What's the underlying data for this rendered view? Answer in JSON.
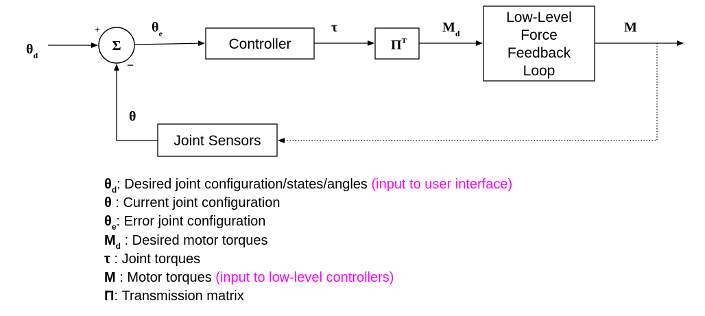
{
  "diagram": {
    "inputs": {
      "theta_d": {
        "sym": "θ",
        "sub": "d"
      },
      "theta_e": {
        "sym": "θ",
        "sub": "e"
      },
      "tau": "τ",
      "M_d": {
        "sym": "M",
        "sub": "d"
      },
      "M": "M",
      "theta": "θ"
    },
    "sum": {
      "symbol": "Σ",
      "plus": "+",
      "minus": "−"
    },
    "blocks": {
      "controller": "Controller",
      "transpose": {
        "sym": "Π",
        "sup": "T"
      },
      "low_level": [
        "Low-Level",
        "Force",
        "Feedback",
        "Loop"
      ],
      "sensors": "Joint Sensors"
    }
  },
  "legend": [
    {
      "sym": "θ",
      "sub": "d",
      "text": ": Desired joint configuration/states/angles ",
      "note": "(input to user interface)"
    },
    {
      "sym": "θ",
      "sub": "",
      "text": " : Current joint configuration",
      "note": ""
    },
    {
      "sym": "θ",
      "sub": "e",
      "text": ": Error joint configuration",
      "note": ""
    },
    {
      "sym": "M",
      "sub": "d",
      "text": " : Desired motor torques",
      "note": ""
    },
    {
      "sym": "τ",
      "sub": "",
      "text": " : Joint torques",
      "note": ""
    },
    {
      "sym": "M",
      "sub": "",
      "text": " : Motor torques ",
      "note": "(input to low-level controllers)"
    },
    {
      "sym": "Π",
      "sub": "",
      "text": ": Transmission matrix",
      "note": ""
    }
  ],
  "colors": {
    "note": "#ff00ff",
    "line": "#000000"
  }
}
